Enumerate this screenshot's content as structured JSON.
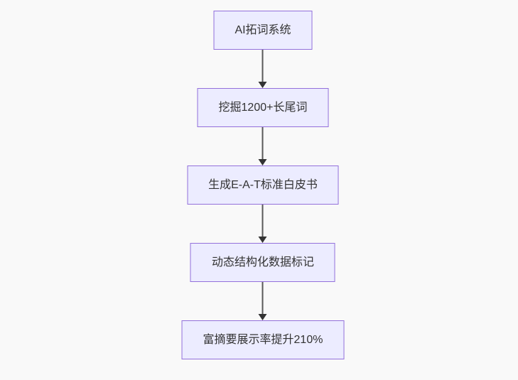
{
  "diagram": {
    "type": "flowchart-top-down",
    "nodes": [
      {
        "id": "n1",
        "label": "AI拓词系统"
      },
      {
        "id": "n2",
        "label": "挖掘1200+长尾词"
      },
      {
        "id": "n3",
        "label": "生成E-A-T标准白皮书"
      },
      {
        "id": "n4",
        "label": "动态结构化数据标记"
      },
      {
        "id": "n5",
        "label": "富摘要展示率提升210%"
      }
    ],
    "edges": [
      {
        "from": "n1",
        "to": "n2",
        "label": ""
      },
      {
        "from": "n2",
        "to": "n3",
        "label": ""
      },
      {
        "from": "n3",
        "to": "n4",
        "label": ""
      },
      {
        "from": "n4",
        "to": "n5",
        "label": ""
      }
    ],
    "colors": {
      "background": "#f9f9f9",
      "node_fill": "#ECECFF",
      "node_border": "#9370DB",
      "text": "#333333",
      "arrow_line": "#595959",
      "arrow_head": "#333333"
    }
  }
}
